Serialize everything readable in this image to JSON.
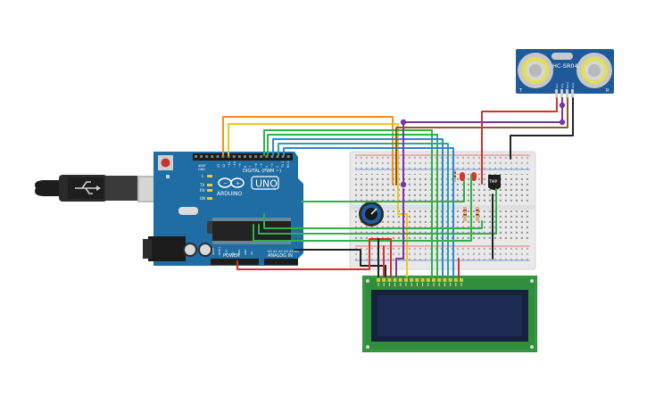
{
  "arduino": {
    "brand": "ARDUINO",
    "model": "UNO",
    "digital_header": "DIGITAL (PWM ~)",
    "power_header": "POWER",
    "analog_header": "ANALOG IN",
    "aref_label": "AREF",
    "gnd_label": "GND",
    "tx_label": "TX",
    "rx_label": "RX",
    "on_label": "ON",
    "l_label": "L",
    "pin_labels": [
      "13",
      "12",
      "~11",
      "~10",
      "~9",
      "8",
      "7",
      "~6",
      "~5",
      "4",
      "~3",
      "2",
      "TX 1",
      "RX 0"
    ],
    "power_pins": [
      "IOREF",
      "RESET",
      "3.3V",
      "5V",
      "GND",
      "GND",
      "Vin"
    ],
    "analog_pins": [
      "A0",
      "A1",
      "A2",
      "A3",
      "A4",
      "A5"
    ]
  },
  "sensor": {
    "model": "HC-SR04",
    "pins": [
      "Vcc",
      "Trig",
      "Echo",
      "Gnd"
    ],
    "corner_left": "T",
    "corner_right": "R"
  },
  "tmp": {
    "label": "TMP"
  },
  "colors": {
    "board": "#1f6da3",
    "board_dark": "#195a88",
    "lcd_pcb": "#2f8f3a",
    "lcd_screen": "#1c2a4d",
    "breadboard": "#ededed",
    "sensor_pcb": "#1e5a99",
    "wire_orange": "#f0901c",
    "wire_yellow": "#f2c41a",
    "wire_green": "#2fb24a",
    "wire_blue": "#2e86d6",
    "wire_purple": "#7a35a8",
    "wire_red": "#d0342c",
    "wire_black": "#222222",
    "wire_brown": "#8b5a2b",
    "wire_teal": "#22a7a0"
  }
}
